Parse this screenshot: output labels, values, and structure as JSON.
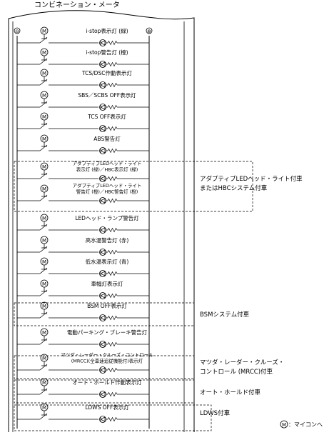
{
  "title": "コンビネーション・メータ",
  "terminals": {
    "left": "⊖",
    "right": "⊕"
  },
  "micro_symbol": "M",
  "rows": [
    {
      "label": [
        "i-stop表示灯 (緑)"
      ]
    },
    {
      "label": [
        "i-stop警告灯 (橙)"
      ]
    },
    {
      "label": [
        "TCS/DSC作動表示灯"
      ]
    },
    {
      "label": [
        "SBS／SCBS OFF表示灯"
      ]
    },
    {
      "label": [
        "TCS OFF表示灯"
      ]
    },
    {
      "label": [
        "ABS警告灯"
      ]
    },
    {
      "label": [
        "アダプティブLEDヘッド・ライト",
        "表示灯 (緑)／HBC表示灯 (緑)"
      ]
    },
    {
      "label": [
        "アダプティブLEDヘッド・ライト",
        "警告灯 (橙)／HBC警告灯 (橙)"
      ]
    },
    {
      "label": [
        "LEDヘッド・ランプ警告灯"
      ]
    },
    {
      "label": [
        "高水温警告灯 (赤)"
      ]
    },
    {
      "label": [
        "低水温表示灯 (青)"
      ]
    },
    {
      "label": [
        "車幅灯表示灯"
      ]
    },
    {
      "label": [
        "BSM OFF表示灯"
      ]
    },
    {
      "label": [
        "電動パーキング・ブレーキ警告灯"
      ]
    },
    {
      "label": [
        "マツダ・レーダー・クルーズ・コントロール",
        "(MRCC)(全車速追従機能付)表示灯"
      ]
    },
    {
      "label": [
        "オート・ホールド作動表示灯"
      ]
    },
    {
      "label": [
        "LDWS OFF表示灯"
      ]
    }
  ],
  "groups": [
    {
      "text": [
        "アダプティブLEDヘッド・ライト付車",
        "またはHBCシステム付車"
      ]
    },
    {
      "text": [
        "BSMシステム付車"
      ]
    },
    {
      "text": [
        "マツダ・レーダー・クルーズ・",
        "コントロール (MRCC)付車"
      ]
    },
    {
      "text": [
        "オート・ホールド付車"
      ]
    },
    {
      "text": [
        "LDWS付車"
      ]
    }
  ],
  "legend": {
    "symbol": "M",
    "text": "：マイコンへ"
  }
}
